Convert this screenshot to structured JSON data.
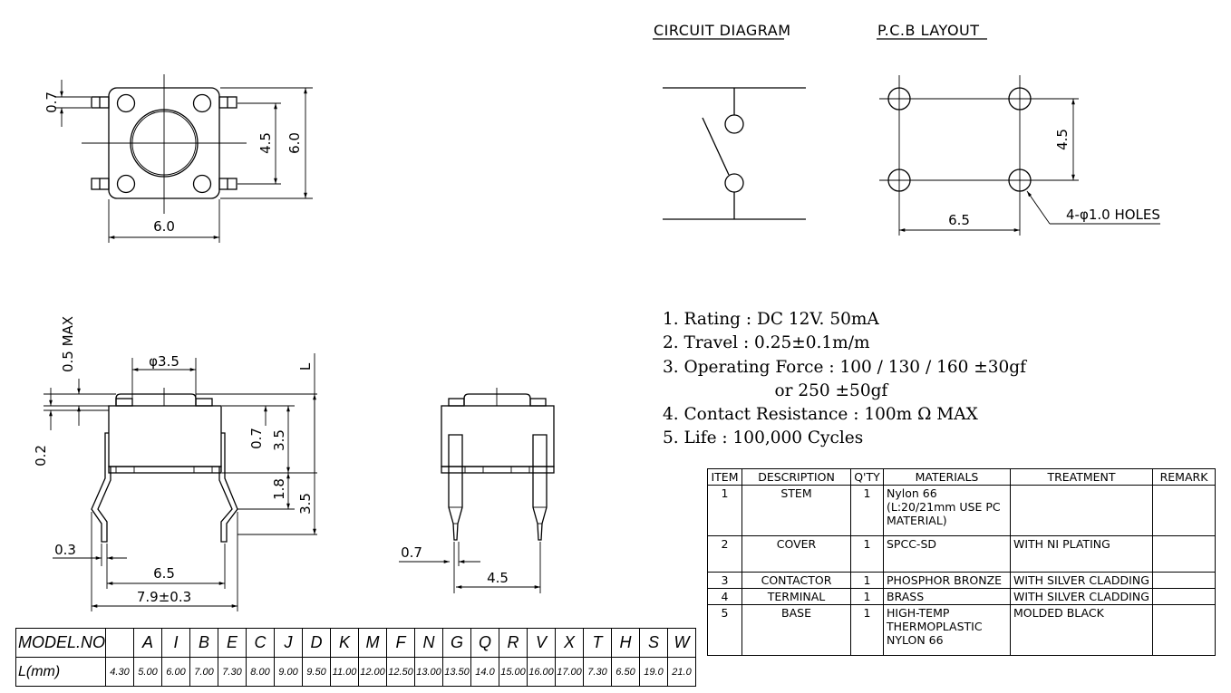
{
  "headings": {
    "circuit": "CIRCUIT DIAGRAM",
    "pcb": "P.C.B LAYOUT"
  },
  "top_view": {
    "dim_width": "6.0",
    "dim_height": "6.0",
    "dim_pitch": "4.5",
    "dim_pin": "0.7"
  },
  "side_view": {
    "dim_max": "0.5 MAX",
    "dim_button_dia": "φ3.5",
    "dim_l": "L",
    "dim_02": "0.2",
    "dim_07": "0.7",
    "dim_35a": "3.5",
    "dim_18": "1.8",
    "dim_35b": "3.5",
    "dim_03": "0.3",
    "dim_65": "6.5",
    "dim_79": "7.9±0.3"
  },
  "front_view": {
    "dim_07": "0.7",
    "dim_45": "4.5"
  },
  "pcb": {
    "dim_45": "4.5",
    "dim_65": "6.5",
    "holes_label": "4-φ1.0 HOLES"
  },
  "specs": [
    "1. Rating : DC 12V. 50mA",
    "2. Travel : 0.25±0.1m/m",
    "3. Operating Force : 100 / 130 / 160 ±30gf",
    "                     or 250 ±50gf",
    "4. Contact Resistance : 100m Ω MAX",
    "5. Life : 100,000 Cycles"
  ],
  "materials_table": {
    "headers": [
      "ITEM",
      "DESCRIPTION",
      "Q'TY",
      "MATERIALS",
      "TREATMENT",
      "REMARK"
    ],
    "rows": [
      {
        "item": "1",
        "description": "STEM",
        "qty": "1",
        "materials": "Nylon 66\n(L:20/21mm USE PC MATERIAL)",
        "treatment": "",
        "remark": ""
      },
      {
        "item": "2",
        "description": "COVER",
        "qty": "1",
        "materials": "SPCC-SD",
        "treatment": "WITH NI PLATING",
        "remark": ""
      },
      {
        "item": "3",
        "description": "CONTACTOR",
        "qty": "1",
        "materials": "PHOSPHOR BRONZE",
        "treatment": "WITH SILVER CLADDING",
        "remark": ""
      },
      {
        "item": "4",
        "description": "TERMINAL",
        "qty": "1",
        "materials": "BRASS",
        "treatment": "WITH SILVER CLADDING",
        "remark": ""
      },
      {
        "item": "5",
        "description": "BASE",
        "qty": "1",
        "materials": "HIGH-TEMP\nTHERMOPLASTIC\nNYLON 66",
        "treatment": "MOLDED BLACK",
        "remark": ""
      }
    ]
  },
  "model_table": {
    "row1_label": "MODEL.NO",
    "row2_label": "L(mm)",
    "first_value": "4.30",
    "models": [
      {
        "letter": "A",
        "value": "5.00"
      },
      {
        "letter": "I",
        "value": "6.00"
      },
      {
        "letter": "B",
        "value": "7.00"
      },
      {
        "letter": "E",
        "value": "7.30"
      },
      {
        "letter": "C",
        "value": "8.00"
      },
      {
        "letter": "J",
        "value": "9.00"
      },
      {
        "letter": "D",
        "value": "9.50"
      },
      {
        "letter": "K",
        "value": "11.00"
      },
      {
        "letter": "M",
        "value": "12.00"
      },
      {
        "letter": "F",
        "value": "12.50"
      },
      {
        "letter": "N",
        "value": "13.00"
      },
      {
        "letter": "G",
        "value": "13.50"
      },
      {
        "letter": "Q",
        "value": "14.0"
      },
      {
        "letter": "R",
        "value": "15.00"
      },
      {
        "letter": "V",
        "value": "16.00"
      },
      {
        "letter": "X",
        "value": "17.00"
      },
      {
        "letter": "T",
        "value": "7.30"
      },
      {
        "letter": "H",
        "value": "6.50"
      },
      {
        "letter": "S",
        "value": "19.0"
      },
      {
        "letter": "W",
        "value": "21.0"
      }
    ]
  }
}
